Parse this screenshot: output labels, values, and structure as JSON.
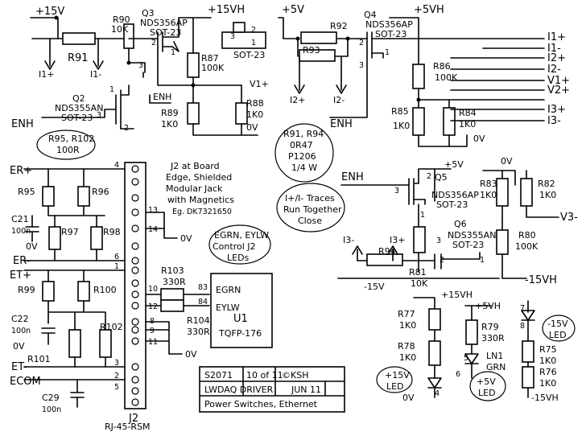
{
  "rails": {
    "p15v": "+15V",
    "p15vh": "+15VH",
    "p5v": "+5V",
    "p5vh": "+5VH",
    "p5v_b": "+5V",
    "p5vh_b": "+5VH",
    "p15vh_b": "+15VH",
    "m15v": "-15V",
    "m15vh": "-15VH",
    "m15vh_b": "-15VH",
    "zero_a": "0V",
    "zero_b": "0V",
    "zero_c": "0V",
    "zero_d": "0V",
    "zero_e": "0V",
    "zero_f": "0V",
    "zero_g": "0V"
  },
  "outputs": [
    "I1+",
    "I1-",
    "I2+",
    "I2-",
    "V1+",
    "V2+",
    "I3+",
    "I3-"
  ],
  "net_labels": {
    "i1p": "I1+",
    "i1m": "I1-",
    "i2p": "I2+",
    "i2m": "I2-",
    "v1p": "V1+",
    "v3m": "V3-",
    "i3m": "I3-",
    "i3p": "I3+",
    "enh1": "ENH",
    "enh2": "ENH",
    "enh3": "ENH",
    "enh4": "ENH",
    "erp": "ER+",
    "erm": "ER-",
    "etp": "ET+",
    "etm": "ET-",
    "ecom": "ECOM",
    "egrn": "EGRN",
    "eylw": "EYLW"
  },
  "parts": {
    "r91": "R91",
    "r90": "R90",
    "r90v": "10K",
    "q3": "Q3",
    "q3t": "NDS356AP",
    "q3p": "SOT-23",
    "r87": "R87",
    "r87v": "100K",
    "r89": "R89",
    "r89v": "1K0",
    "r88": "R88",
    "r88v": "1K0",
    "q2": "Q2",
    "q2t": "NDS355AN",
    "q2p": "SOT-23",
    "r92": "R92",
    "r93": "R93",
    "q4": "Q4",
    "q4t": "NDS356AP",
    "q4p": "SOT-23",
    "r86": "R86",
    "r86v": "100K",
    "r85": "R85",
    "r85v": "1K0",
    "r84": "R84",
    "r84v": "1K0",
    "q5": "Q5",
    "q5t": "NDS356AP",
    "q5p": "SOT-23",
    "q6": "Q6",
    "q6t": "NDS355AN",
    "q6p": "SOT-23",
    "r83": "R83",
    "r83v": "1K0",
    "r82": "R82",
    "r82v": "1K0",
    "r80": "R80",
    "r80v": "100K",
    "r94": "R94",
    "r81": "R81",
    "r81v": "10K",
    "r95": "R95",
    "r96": "R96",
    "r97": "R97",
    "r98": "R98",
    "r99": "R99",
    "r100": "R100",
    "r101": "R101",
    "r102": "R102",
    "c21": "C21",
    "c21v": "100n",
    "c22": "C22",
    "c22v": "100n",
    "c29": "C29",
    "c29v": "100n",
    "r103": "R103",
    "r103v": "330R",
    "r104": "R104",
    "r104v": "330R",
    "u1": "U1",
    "u1t": "TQFP-176",
    "j2": "J2",
    "j2t": "RJ-45-RSM",
    "r77": "R77",
    "r77v": "1K0",
    "r78": "R78",
    "r78v": "1K0",
    "r79": "R79",
    "r79v": "330R",
    "ln1": "LN1",
    "ln1c": "GRN",
    "r75": "R75",
    "r75v": "1K0",
    "r76": "R76",
    "r76v": "1K0"
  },
  "pins": {
    "q3_2": "2",
    "q3_3": "3",
    "q3_1": "1",
    "q2_1": "1",
    "q2_3": "3",
    "q2_2": "2",
    "q4_2": "2",
    "q4_3": "3",
    "q4_1": "1",
    "q5_2": "2",
    "q5_3": "3",
    "q5_1": "1",
    "q6_3": "3",
    "q6_2": "2",
    "q6_1": "1",
    "sot_3": "3",
    "sot_2": "2",
    "sot_1": "1",
    "j4": "4",
    "j6": "6",
    "j1": "1",
    "j3": "3",
    "j2p": "2",
    "j5": "5",
    "j13": "13",
    "j14": "14",
    "j10": "10",
    "j12": "12",
    "j8": "8",
    "j9": "9",
    "j11": "11",
    "u83": "83",
    "u84": "84",
    "led_p7": "7",
    "led_p8": "8",
    "led_p4": "4",
    "led_p6": "6",
    "led_p5": "5"
  },
  "notes": {
    "r95_r102": [
      "R95, R102",
      "100R"
    ],
    "r91_r94": [
      "R91, R94",
      "0R47",
      "P1206",
      "1/4 W"
    ],
    "sot23": "SOT-23",
    "j2_note": [
      "J2 at Board",
      "Edge, Shielded",
      "Modular Jack",
      "with Magnetics",
      "Eg. DK7321650"
    ],
    "egrn_note": [
      "EGRN, EYLW",
      "Control J2",
      "LEDs"
    ],
    "trace_note": [
      "I+/I- Traces",
      "Run Together",
      "Close"
    ],
    "led_15v": [
      "+15V",
      "LED"
    ],
    "led_5v": [
      "+5V",
      "LED"
    ],
    "led_m15v": [
      "-15V",
      "LED"
    ]
  },
  "title_block": {
    "sheet": "S2071",
    "page": "10 of 11",
    "author": "©KSH",
    "title": "LWDAQ DRIVER",
    "date": "JUN 11",
    "subtitle": "Power Switches, Ethernet"
  }
}
